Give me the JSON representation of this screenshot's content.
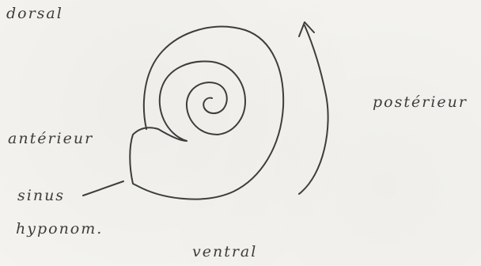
{
  "labels": {
    "dorsal": "dorsal",
    "posterior": "postérieur",
    "anterior": "antérieur",
    "sinus_line1": "sinus",
    "sinus_line2": "hyponom.",
    "ventral": "ventral"
  },
  "colors": {
    "ink": "#3d3d3d",
    "paper": "#f4f3ef"
  }
}
